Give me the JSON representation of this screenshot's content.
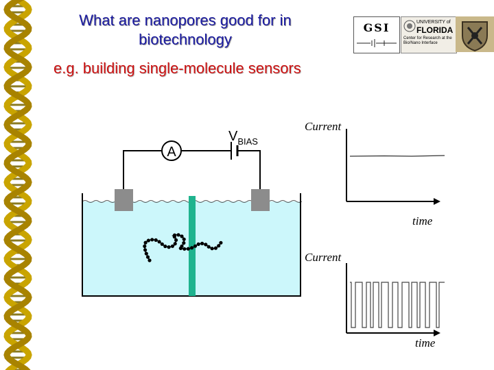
{
  "slide": {
    "title": "What are nanopores good for in biotechnology",
    "subtitle": "e.g. building single-molecule sensors"
  },
  "colors": {
    "title": "#1a1aa0",
    "subtitle": "#cc1111",
    "water": "#ccf7fb",
    "membrane": "#1fb38e",
    "electrode": "#8c8c8c",
    "dna_gold": "#c9a400"
  },
  "logos": {
    "gsi": {
      "text": "GSI",
      "icon": "gsi-logo"
    },
    "uf": {
      "univ": "UNIVERSITY of",
      "name": "FLORIDA",
      "center": "Center for Research at the Bio/Nano Interface",
      "icon": "uf-seal"
    },
    "crest": {
      "icon": "crest-logo"
    }
  },
  "circuit": {
    "ammeter_symbol": "A",
    "bias_label": "V",
    "bias_subscript": "BIAS"
  },
  "graphs": {
    "top": {
      "ylabel": "Current",
      "xlabel": "time"
    },
    "bottom": {
      "ylabel": "Current",
      "xlabel": "time"
    }
  }
}
